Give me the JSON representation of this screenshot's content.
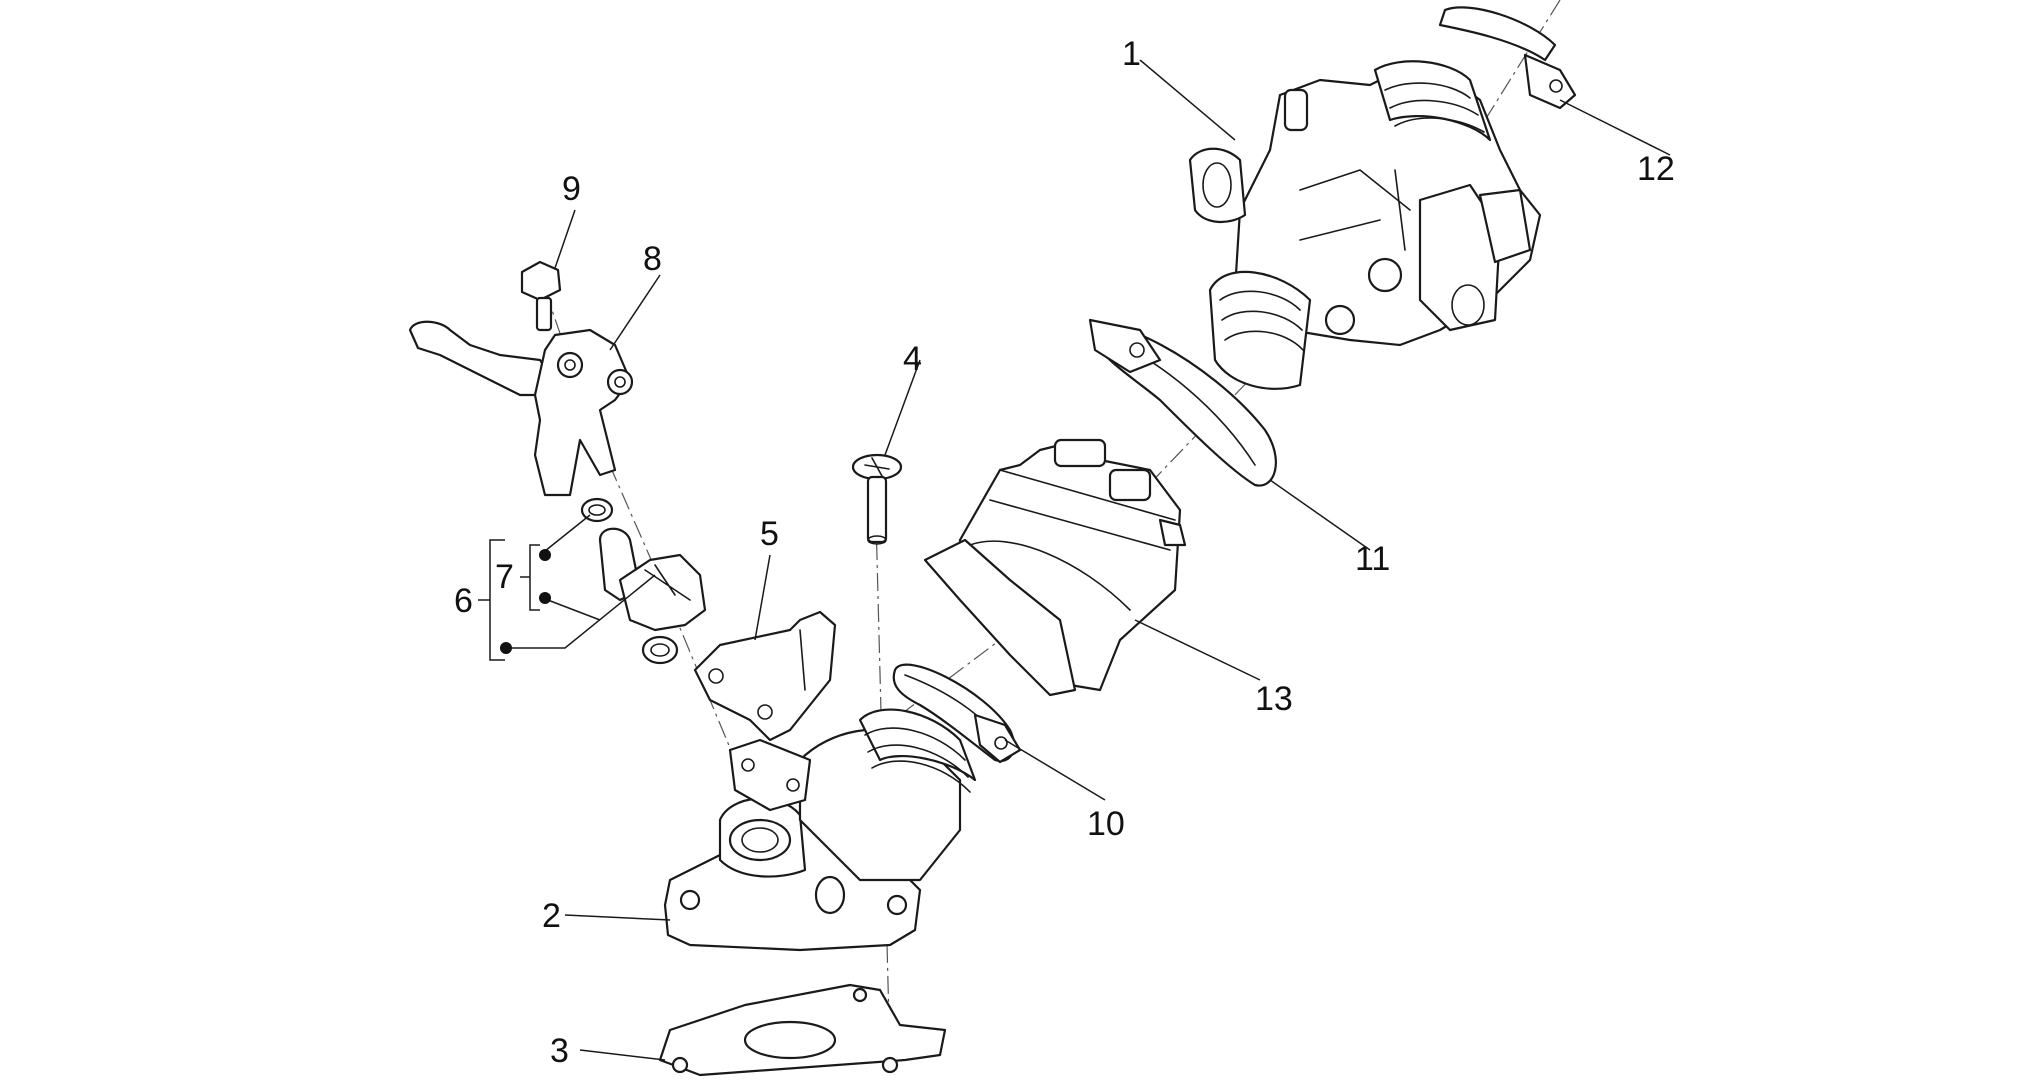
{
  "diagram": {
    "callouts": {
      "c1": "1",
      "c2": "2",
      "c3": "3",
      "c4": "4",
      "c5": "5",
      "c6": "6",
      "c7": "7",
      "c8": "8",
      "c9": "9",
      "c10": "10",
      "c11": "11",
      "c12": "12",
      "c13": "13"
    },
    "colors": {
      "line": "#1a1a1a",
      "background": "#ffffff"
    }
  }
}
